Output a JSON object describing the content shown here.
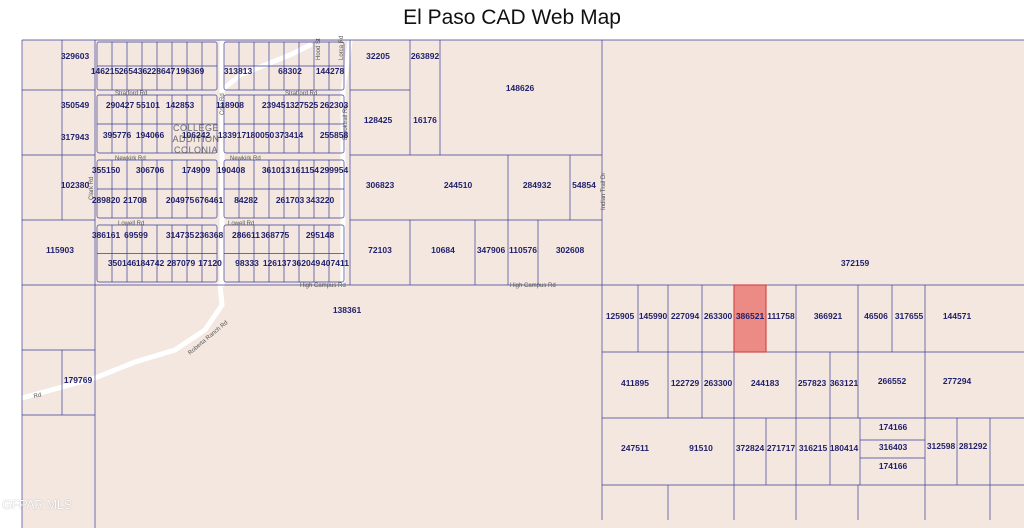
{
  "title": "El Paso CAD Web Map",
  "watermark": "GFPAR MLS",
  "colors": {
    "land": "#f3e7df",
    "parcel_line": "#3a3f9a",
    "road": "#ffffff",
    "highlight_fill": "#ec8a86",
    "highlight_stroke": "#d24a4a",
    "label": "#1f1f6b"
  },
  "highlighted_parcel": "386521",
  "subdivision": [
    "COLLEGE",
    "ADDITION",
    "COLONIA"
  ],
  "roads": [
    "Stratford Rd",
    "Stratford Rd",
    "Newkirk Rd",
    "Newkirk Rd",
    "Lowell Rd",
    "Lowell Rd",
    "High Campus Rd",
    "High Campus Rd",
    "Roberta Ranch Rd",
    "Rd",
    "Indian Trail Dr",
    "Brooktrail Rd",
    "Cole Rd",
    "Clark Rd",
    "Lorca Rd",
    "Hood St"
  ],
  "parcels": [
    "329603",
    "146215",
    "265436",
    "228647",
    "196369",
    "313813",
    "68302",
    "144278",
    "32205",
    "263892",
    "148626",
    "350549",
    "290427",
    "55101",
    "142853",
    "118908",
    "239451",
    "327525",
    "262303",
    "128425",
    "16176",
    "317943",
    "395776",
    "194066",
    "106242",
    "133917",
    "180050",
    "373414",
    "255858",
    "102380",
    "355150",
    "306706",
    "174909",
    "190408",
    "361013",
    "161154",
    "299954",
    "306823",
    "244510",
    "284932",
    "54854",
    "289820",
    "21708",
    "204975",
    "676461",
    "84282",
    "261703",
    "343220",
    "115903",
    "386161",
    "69599",
    "314735",
    "236368",
    "286611",
    "368775",
    "295148",
    "72103",
    "10684",
    "347906",
    "110576",
    "302608",
    "372159",
    "350146",
    "184742",
    "287079",
    "17120",
    "98333",
    "126137",
    "362049",
    "407411",
    "138361",
    "125905",
    "145990",
    "227094",
    "263300",
    "386521",
    "111758",
    "366921",
    "46506",
    "317655",
    "144571",
    "179769",
    "411895",
    "122729",
    "263300",
    "244183",
    "257823",
    "363121",
    "266552",
    "277294",
    "247511",
    "91510",
    "372824",
    "271717",
    "316215",
    "180414",
    "174166",
    "316403",
    "174166",
    "312598",
    "281292"
  ]
}
